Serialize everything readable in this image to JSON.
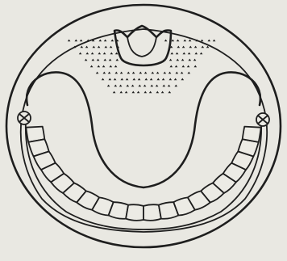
{
  "illustration": {
    "subject": "",
    "colors": {
      "paper": "#e9e8e2",
      "ink": "#1e1e1e"
    },
    "parts": {
      "outer_rim": "outer-rim-outline",
      "inner_rim": "inner-rim-outline",
      "tongue_groove": "u-shaped-groove-outline",
      "front_notch": "top-notch-outline",
      "papillae": "stippled-dot-field",
      "teeth": "tooth-row"
    },
    "papilla_rows": 9,
    "tooth_count": 20
  }
}
